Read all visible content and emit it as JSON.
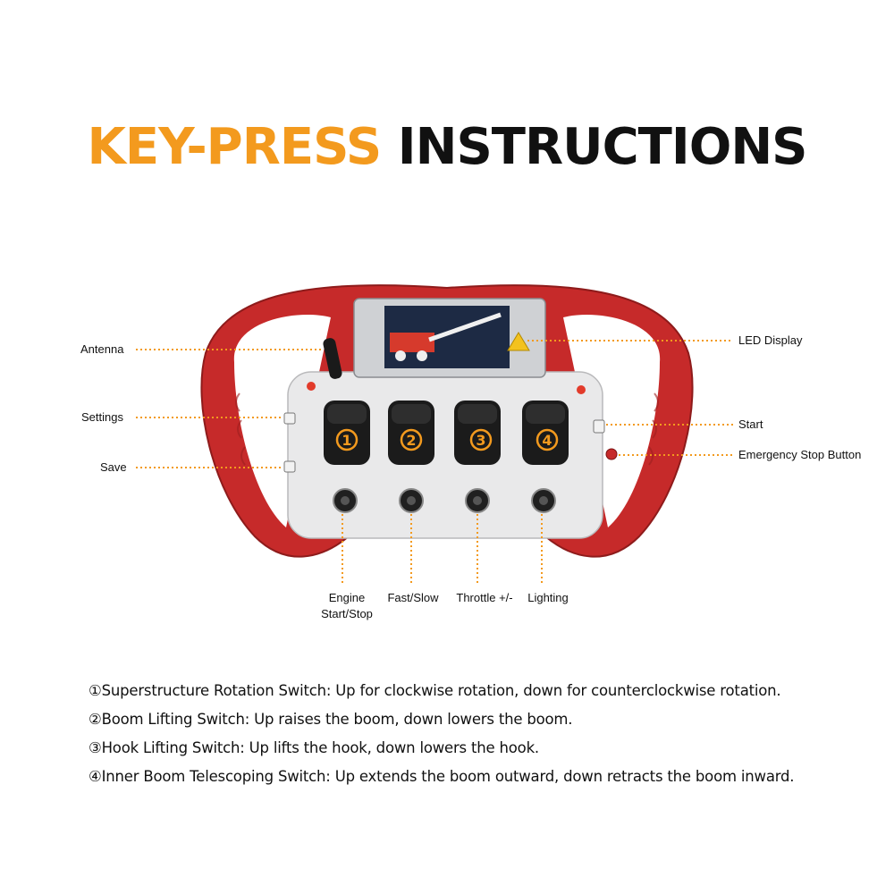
{
  "title": {
    "accent": "KEY-PRESS",
    "main": "INSTRUCTIONS"
  },
  "colors": {
    "accent": "#f39a1e",
    "body_red": "#c62a2a",
    "panel": "#e9e9ea",
    "leader": "#f39a1e",
    "number_badge": "#f39a1e"
  },
  "labels": {
    "antenna": "Antenna",
    "settings": "Settings",
    "save": "Save",
    "led_display": "LED Display",
    "start": "Start",
    "emergency_stop": "Emergency Stop Button",
    "engine_line1": "Engine",
    "engine_line2": "Start/Stop",
    "fast_slow": "Fast/Slow",
    "throttle": "Throttle +/-",
    "lighting": "Lighting"
  },
  "switch_numbers": [
    "1",
    "2",
    "3",
    "4"
  ],
  "descriptions": [
    "①Superstructure Rotation Switch: Up for clockwise rotation, down for counterclockwise rotation.",
    "②Boom Lifting Switch: Up raises the boom, down lowers the boom.",
    "③Hook Lifting Switch: Up lifts the hook, down lowers the hook.",
    "④Inner Boom Telescoping Switch: Up extends the boom outward, down retracts the boom inward."
  ]
}
